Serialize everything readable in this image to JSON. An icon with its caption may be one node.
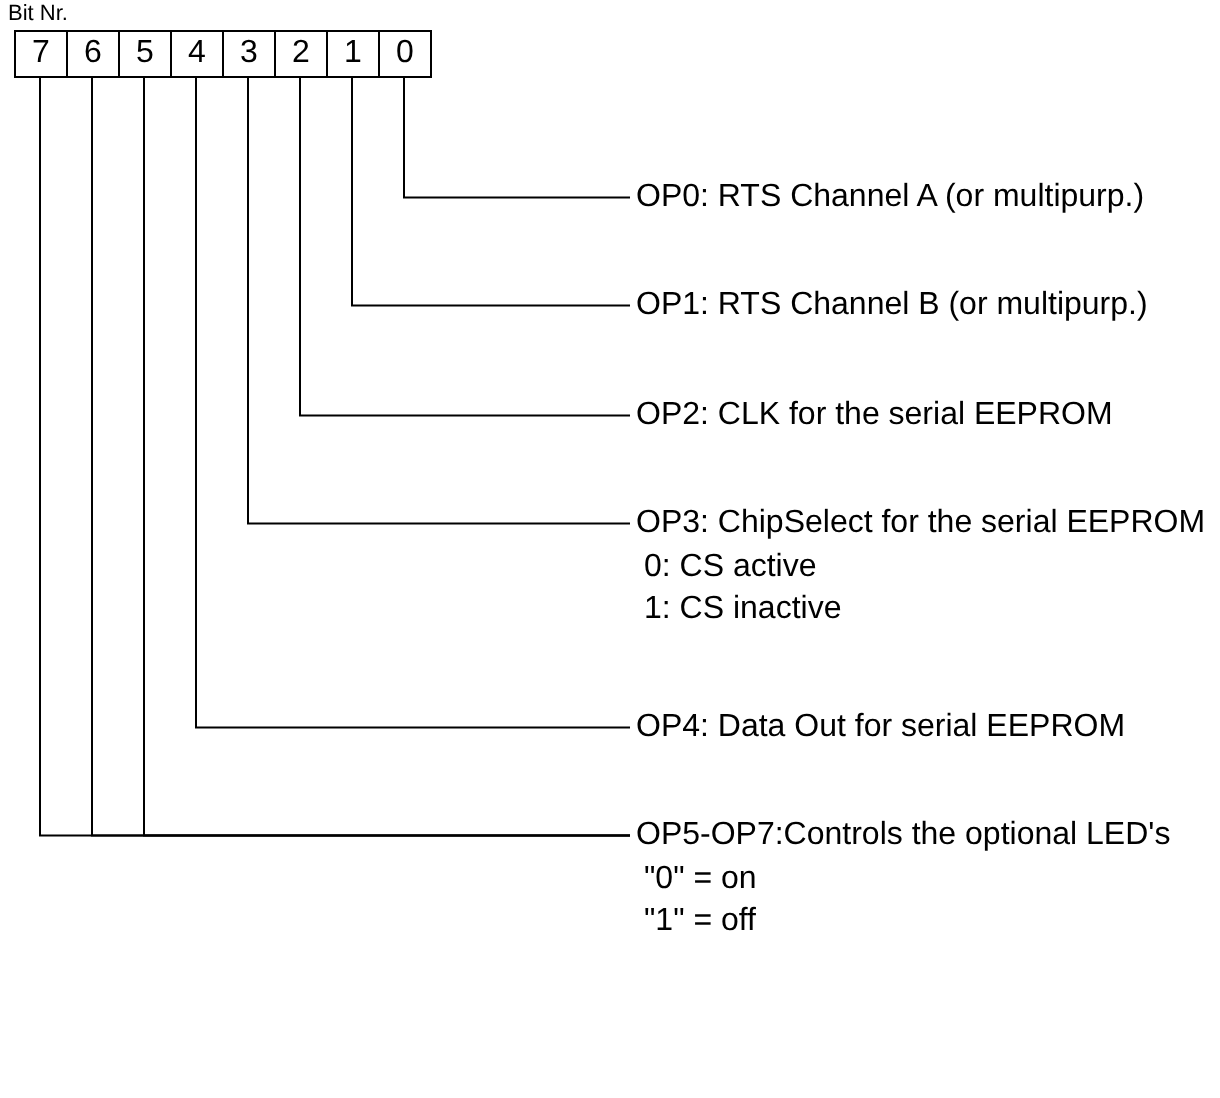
{
  "diagram": {
    "nodes": [
      {
        "text": [
          "7"
        ]
      },
      {
        "text": [
          "6"
        ]
      },
      {
        "text": [
          "5"
        ]
      },
      {
        "text": [
          "4"
        ]
      },
      {
        "text": [
          "3"
        ]
      },
      {
        "text": [
          "2"
        ]
      },
      {
        "text": [
          "1"
        ]
      },
      {
        "text": [
          "0"
        ]
      },
      {
        "text": [
          "OP0: RTS Channel A (or multipurp.)"
        ]
      },
      {
        "text": [
          "OP1: RTS Channel B (or multipurp.)"
        ]
      },
      {
        "text": [
          "OP2: CLK for the serial EEPROM"
        ]
      },
      {
        "text": [
          "OP3: ChipSelect for the serial EEPROM",
          "0: CS active",
          "1: CS inactive"
        ]
      },
      {
        "text": [
          "OP4: Data Out for serial EEPROM"
        ]
      },
      {
        "text": [
          "OP5-OP7:Controls the optional LED's",
          "\"0\" = on",
          "\"1\" = off"
        ]
      }
    ],
    "edges": [
      {
        "from": 7,
        "to": 8,
        "arrow": "none"
      },
      {
        "from": 6,
        "to": 9,
        "arrow": "none"
      },
      {
        "from": 5,
        "to": 10,
        "arrow": "none"
      },
      {
        "from": 4,
        "to": 11,
        "arrow": "none"
      },
      {
        "from": 3,
        "to": 12,
        "arrow": "none"
      },
      {
        "from": 0,
        "to": 13,
        "arrow": "none"
      },
      {
        "from": 1,
        "to": 13,
        "arrow": "none"
      },
      {
        "from": 2,
        "to": 13,
        "arrow": "none"
      }
    ],
    "labels": [
      "Bit Nr."
    ]
  }
}
